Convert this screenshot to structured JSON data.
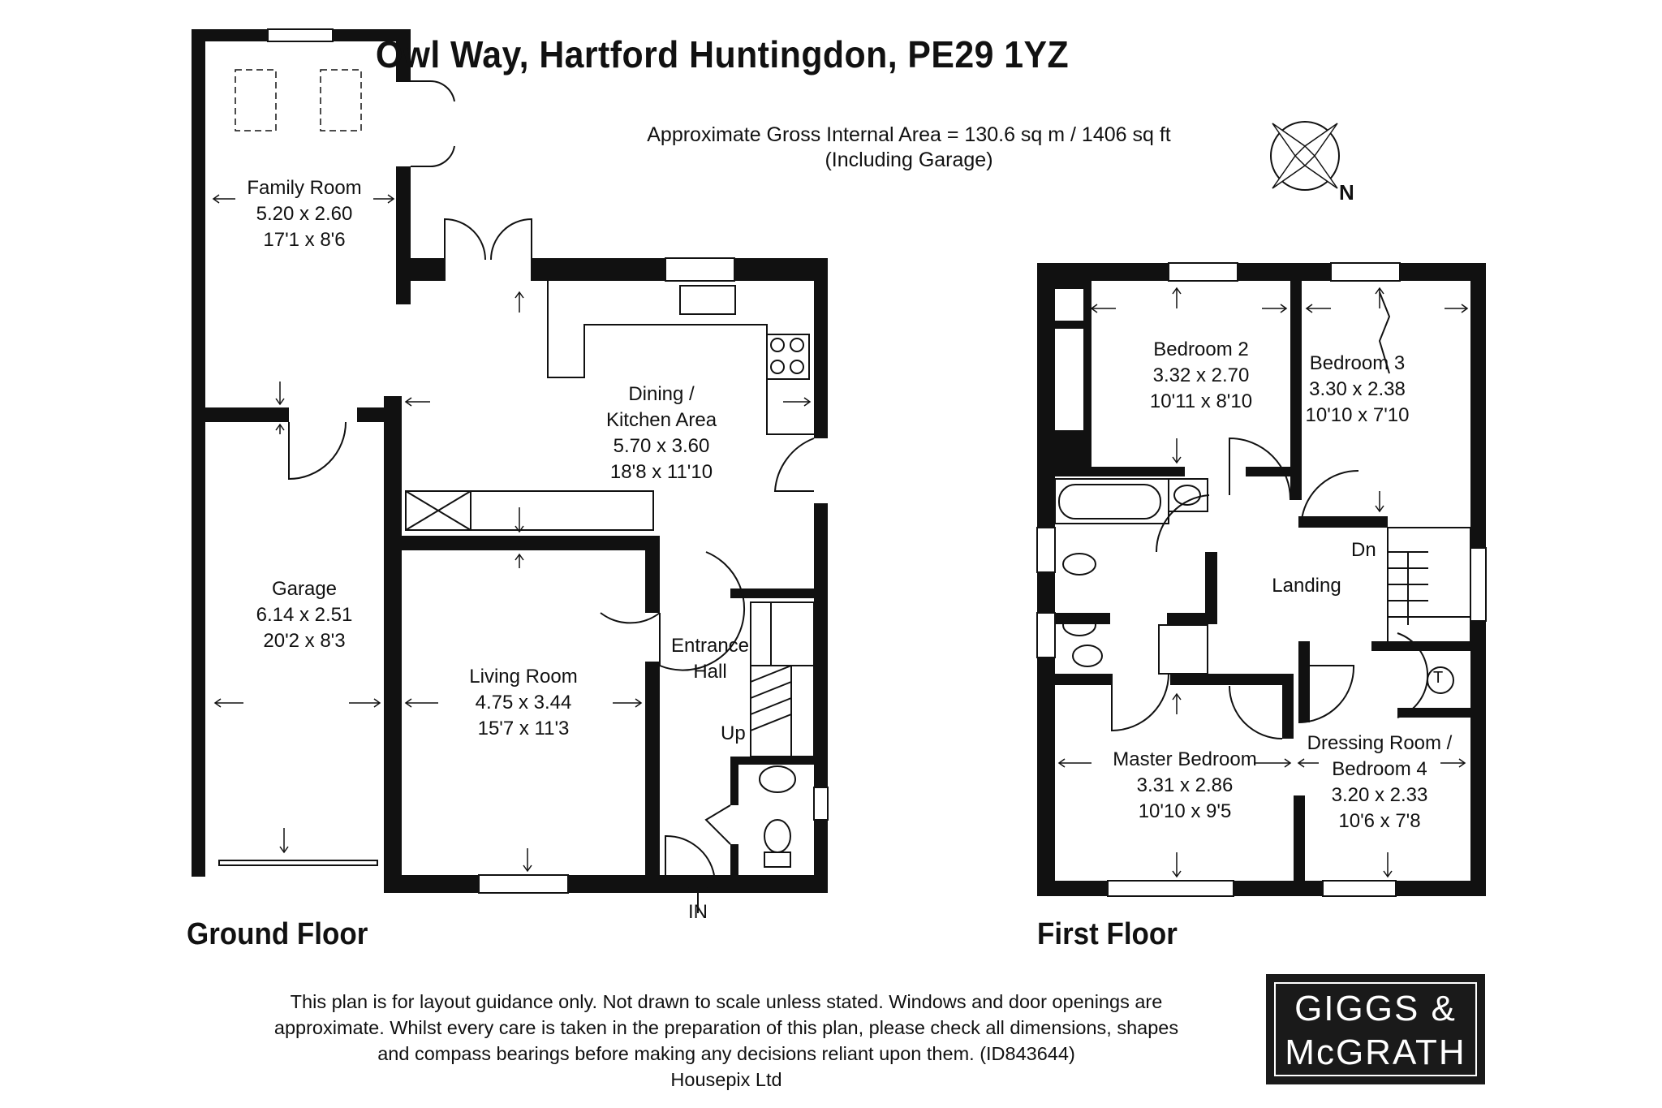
{
  "header": {
    "title": "Owl Way, Hartford Huntingdon, PE29 1YZ",
    "area_line": "Approximate Gross Internal Area = 130.6 sq m / 1406 sq ft",
    "area_note": "(Including Garage)"
  },
  "compass": {
    "north_label": "N",
    "icon": "compass-rose-icon"
  },
  "ground_floor": {
    "label": "Ground Floor",
    "rooms": {
      "family_room": {
        "name": "Family Room",
        "metric": "5.20 x 2.60",
        "imperial": "17'1 x 8'6"
      },
      "dining_kitchen": {
        "name_line1": "Dining /",
        "name_line2": "Kitchen Area",
        "metric": "5.70 x 3.60",
        "imperial": "18'8 x 11'10"
      },
      "garage": {
        "name": "Garage",
        "metric": "6.14 x 2.51",
        "imperial": "20'2 x 8'3"
      },
      "living_room": {
        "name": "Living Room",
        "metric": "4.75 x 3.44",
        "imperial": "15'7 x 11'3"
      },
      "entrance_hall": {
        "name_line1": "Entrance",
        "name_line2": "Hall"
      }
    },
    "stairs_label": "Up",
    "entrance_label": "IN"
  },
  "first_floor": {
    "label": "First Floor",
    "rooms": {
      "bedroom2": {
        "name": "Bedroom 2",
        "metric": "3.32 x 2.70",
        "imperial": "10'11 x 8'10"
      },
      "bedroom3": {
        "name": "Bedroom 3",
        "metric": "3.30 x 2.38",
        "imperial": "10'10 x 7'10"
      },
      "landing": {
        "name": "Landing"
      },
      "master_bedroom": {
        "name": "Master Bedroom",
        "metric": "3.31 x 2.86",
        "imperial": "10'10 x 9'5"
      },
      "dressing_room": {
        "name_line1": "Dressing Room /",
        "name_line2": "Bedroom 4",
        "metric": "3.20 x 2.33",
        "imperial": "10'6 x 7'8"
      }
    },
    "stairs_label": "Dn",
    "tank_label": "T"
  },
  "disclaimer": "This plan is for layout guidance only. Not drawn to scale unless stated. Windows and door openings are approximate. Whilst every care is taken in the preparation of this plan, please check all dimensions, shapes and compass bearings before making any decisions reliant upon them. (ID843644)",
  "disclaimer_credit": "Housepix Ltd",
  "logo": {
    "line1": "GIGGS &",
    "line2": "McGRATH"
  }
}
